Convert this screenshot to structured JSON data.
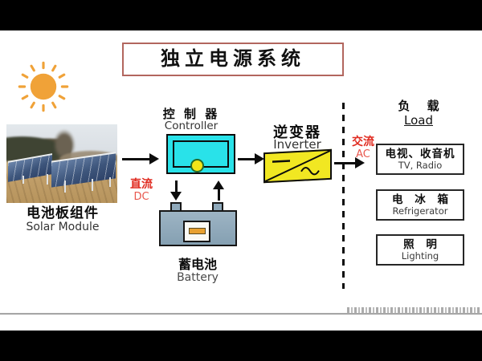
{
  "title": "独立电源系统",
  "solar_module": {
    "zh": "电池板组件",
    "en": "Solar Module"
  },
  "controller": {
    "zh": "控 制 器",
    "en": "Controller"
  },
  "battery": {
    "zh": "蓄电池",
    "en": "Battery"
  },
  "inverter": {
    "zh": "逆变器",
    "en": "Inverter"
  },
  "flow": {
    "dc": {
      "zh": "直流",
      "en": "DC"
    },
    "ac": {
      "zh": "交流",
      "en": "AC"
    }
  },
  "load": {
    "heading_zh": "负 载",
    "heading_en": "Load",
    "items": [
      {
        "zh": "电视、收音机",
        "en": "TV, Radio"
      },
      {
        "zh": "电 冰 箱",
        "en": "Refrigerator"
      },
      {
        "zh": "照 明",
        "en": "Lighting"
      }
    ]
  },
  "colors": {
    "title_border": "#b2665e",
    "accent_red": "#e02b20",
    "controller_fill": "#29e2e9",
    "inverter_fill": "#f1e722",
    "battery_fill": "#8fa9bb",
    "sun_orange": "#f0a238"
  }
}
